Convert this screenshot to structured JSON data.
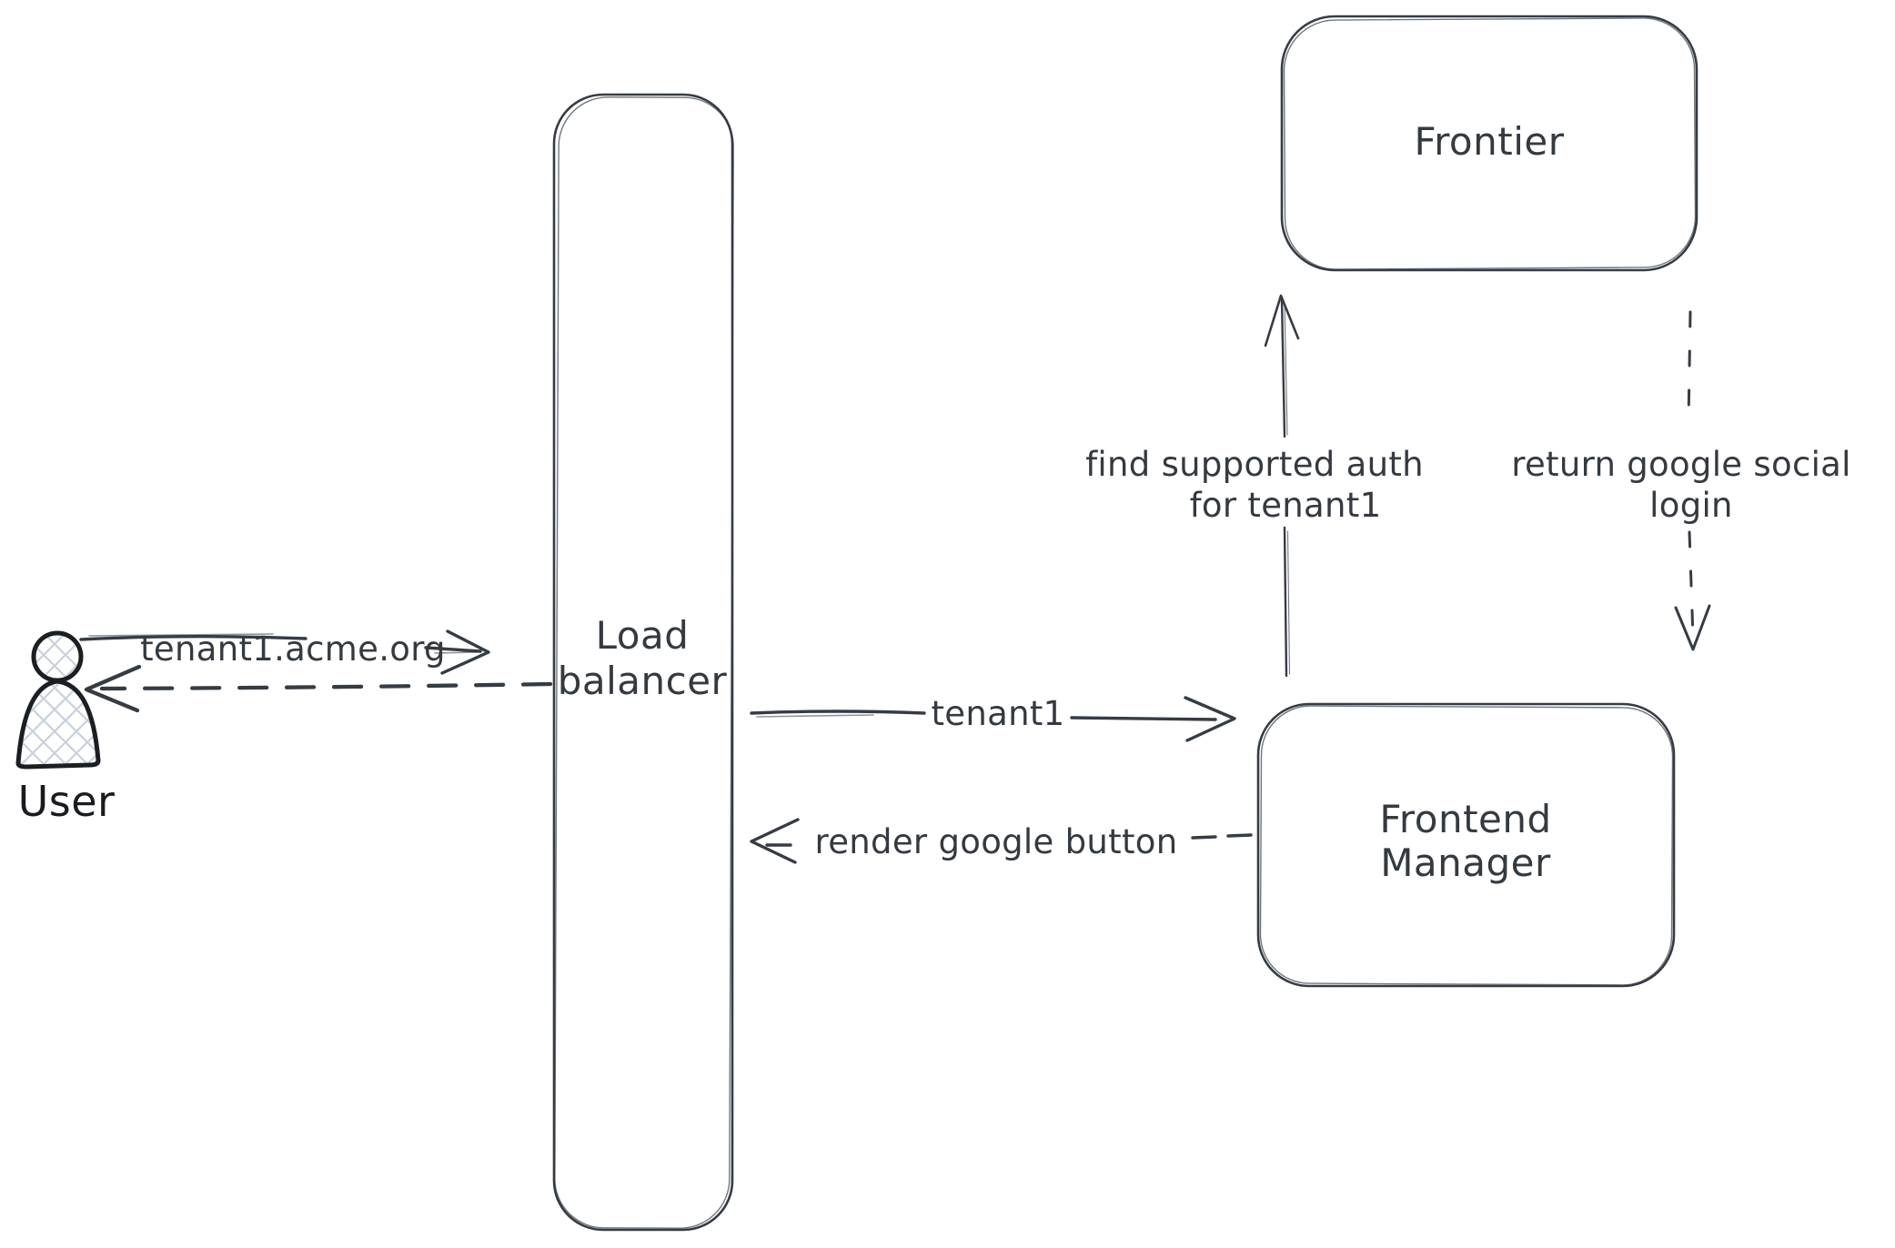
{
  "colors": {
    "stroke": "#363c44",
    "text": "#343a40",
    "user_icon_stroke": "#1b1f24",
    "hatch": "#c9d1db",
    "background": "#ffffff"
  },
  "nodes": {
    "user": {
      "label": "User"
    },
    "load_balancer": {
      "label_line1": "Load",
      "label_line2": "balancer"
    },
    "frontier": {
      "label": "Frontier"
    },
    "frontend_manager": {
      "label_line1": "Frontend",
      "label_line2": "Manager"
    }
  },
  "edges": {
    "user_to_load_balancer": {
      "label": "tenant1.acme.org",
      "style": "solid-arrow-right"
    },
    "load_balancer_to_user": {
      "style": "dashed-arrow-left"
    },
    "load_balancer_to_frontend_manager": {
      "label": "tenant1",
      "style": "solid-arrow-right"
    },
    "frontend_manager_to_load_balancer": {
      "label": "render google button",
      "style": "dashed-arrow-left"
    },
    "frontend_manager_to_frontier": {
      "label_line1": "find supported auth",
      "label_line2": "for tenant1",
      "style": "solid-arrow-up"
    },
    "frontier_to_frontend_manager": {
      "label_line1": "return google social",
      "label_line2": "login",
      "style": "dashed-arrow-down"
    }
  }
}
